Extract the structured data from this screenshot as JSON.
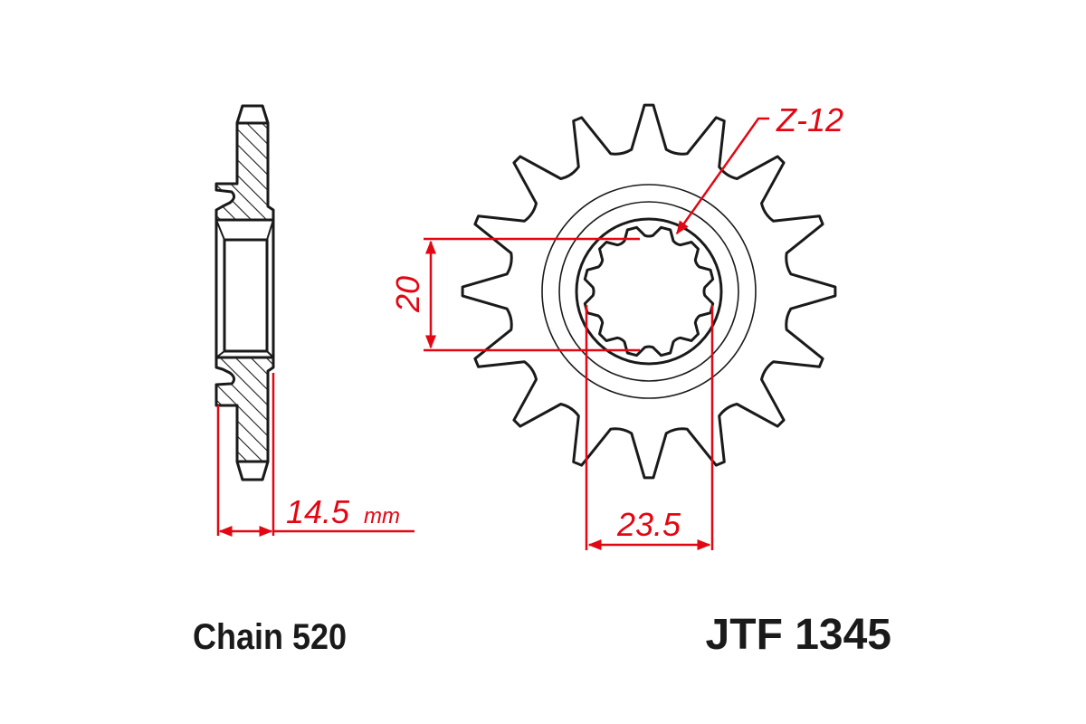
{
  "diagram": {
    "colors": {
      "outline": "#1a1a1a",
      "dimension": "#e30613",
      "background": "#ffffff"
    },
    "side_view": {
      "width_dimension": {
        "value": "14.5",
        "unit": "mm"
      }
    },
    "front_view": {
      "sprocket_teeth": 16,
      "spline_label": "Z-12",
      "spline_teeth": 12,
      "spline_inner_dimension": "20",
      "spline_outer_dimension": "23.5"
    },
    "labels": {
      "chain": "Chain 520",
      "part_number": "JTF 1345"
    }
  }
}
